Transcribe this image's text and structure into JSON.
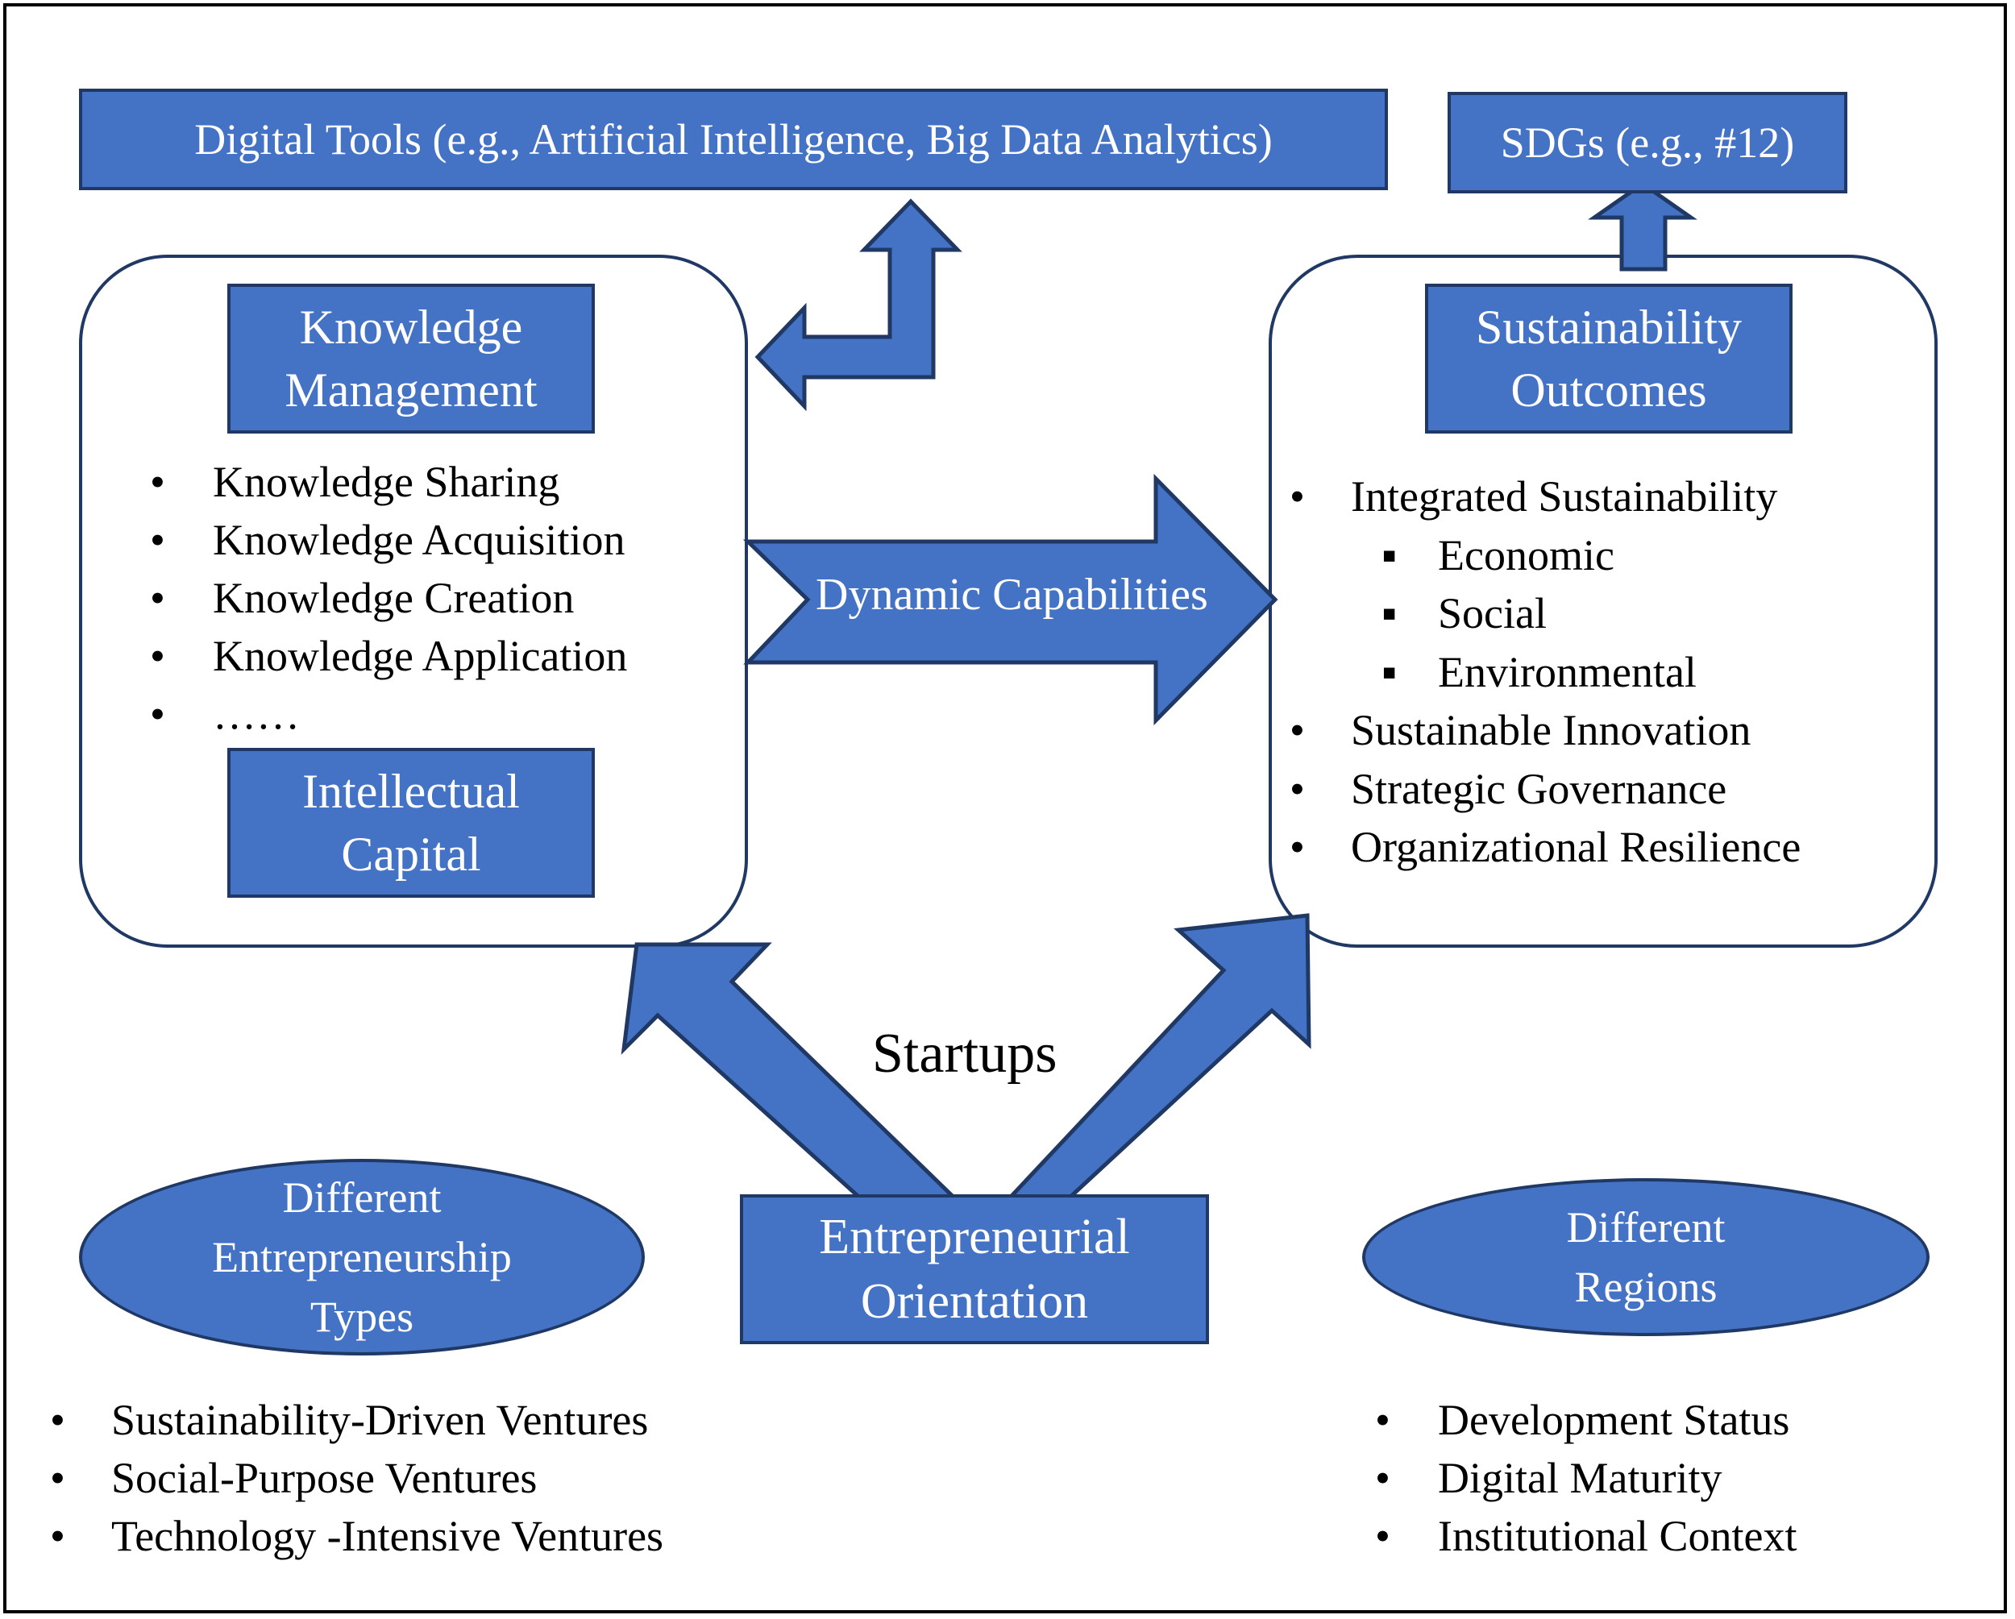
{
  "colors": {
    "fill": "#4472c4",
    "stroke": "#1f3864",
    "text_on_fill": "#ffffff",
    "text": "#000000"
  },
  "digital_tools": "Digital Tools (e.g., Artificial Intelligence, Big Data Analytics)",
  "sdgs": "SDGs (e.g., #12)",
  "left_panel": {
    "km_title": [
      "Knowledge",
      "Management"
    ],
    "items": [
      "Knowledge Sharing",
      "Knowledge Acquisition",
      "Knowledge Creation",
      "Knowledge Application",
      "……"
    ],
    "ic_title": [
      "Intellectual",
      "Capital"
    ]
  },
  "right_panel": {
    "title": [
      "Sustainability",
      "Outcomes"
    ],
    "items": [
      {
        "text": "Integrated Sustainability",
        "level": 1
      },
      {
        "text": "Economic",
        "level": 2
      },
      {
        "text": "Social",
        "level": 2
      },
      {
        "text": "Environmental",
        "level": 2
      },
      {
        "text": "Sustainable Innovation",
        "level": 1
      },
      {
        "text": "Strategic Governance",
        "level": 1
      },
      {
        "text": "Organizational Resilience",
        "level": 1
      }
    ]
  },
  "dynamic_capabilities": "Dynamic Capabilities",
  "startups": "Startups",
  "entrepreneurial_orientation": [
    "Entrepreneurial",
    "Orientation"
  ],
  "ent_types": {
    "label": [
      "Different",
      "Entrepreneurship",
      "Types"
    ],
    "items": [
      "Sustainability-Driven Ventures",
      "Social-Purpose Ventures",
      "Technology -Intensive Ventures"
    ]
  },
  "regions": {
    "label": [
      "Different",
      "Regions"
    ],
    "items": [
      "Development Status",
      "Digital Maturity",
      "Institutional Context"
    ]
  },
  "bullet_symbols": {
    "round": "•",
    "square": "▪"
  }
}
